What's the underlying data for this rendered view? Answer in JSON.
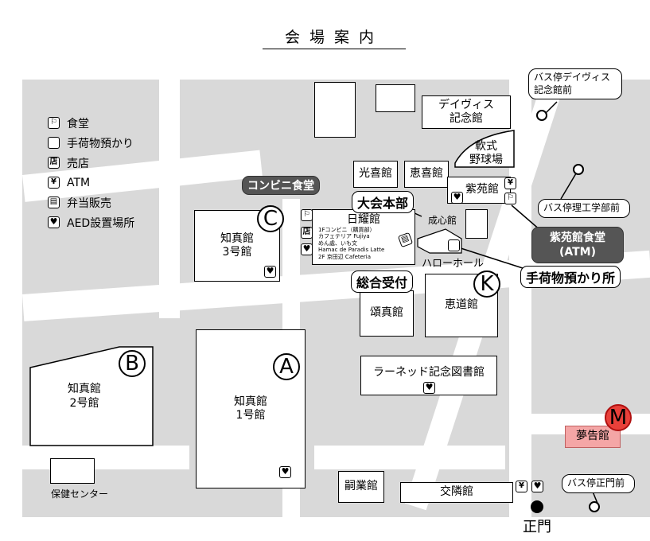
{
  "title": "会場案内",
  "legend": [
    {
      "icon": "fork-knife-icon",
      "glyph": "🍴",
      "label": "食堂"
    },
    {
      "icon": "bag-icon",
      "glyph": "▭",
      "label": "手荷物預かり"
    },
    {
      "icon": "shop-icon",
      "glyph": "店",
      "label": "売店"
    },
    {
      "icon": "yen-icon",
      "glyph": "¥",
      "label": "ATM"
    },
    {
      "icon": "bento-icon",
      "glyph": "▨",
      "label": "弁当販売"
    },
    {
      "icon": "heart-icon",
      "glyph": "♥",
      "label": "AED設置場所"
    }
  ],
  "buildings": {
    "daivis": "デイヴィス\n記念館",
    "nanshiki": "軟式\n野球場",
    "kouki": "光喜館",
    "keiki": "恵喜館",
    "shien": "紫苑館",
    "seishin": "成心館",
    "chishin3": "知真館\n3号館",
    "nichiryo": "日耀館",
    "nichiryo_detail": "1Fコンビニ（購買部）\nカフェテリア Fujiya\nめん處、いも文\nHamac de Paradis Latte\n2F 京田辺 Cafeteria",
    "hello_hall": "ハローホール",
    "shoshin": "頌真館",
    "keido": "恵道館",
    "learned": "ラーネッド記念図書館",
    "chishin2": "知真館\n2号館",
    "chishin1": "知真館\n1号館",
    "hoken": "保健センター",
    "shigyo": "嗣業館",
    "korin": "交隣館",
    "mukoku": "夢告館",
    "seimon": "正門"
  },
  "tags": {
    "conveni": "コンビニ食堂",
    "taikai": "大会本部",
    "sogo": "総合受付",
    "shien_cafeteria": "紫苑館食堂\n(ATM)",
    "baggage": "手荷物預かり所"
  },
  "bus_stops": {
    "davis": "バス停デイヴィス\n記念館前",
    "rikou": "バス停理工学部前",
    "seimon": "バス停正門前"
  },
  "markers": {
    "A": "A",
    "B": "B",
    "C": "C",
    "K": "K",
    "M": "M"
  },
  "colors": {
    "ground": "#d9d9d9",
    "dark_tag": "#555555",
    "mukoku": "#f4a6a6",
    "marker_m": "#e8403a"
  }
}
